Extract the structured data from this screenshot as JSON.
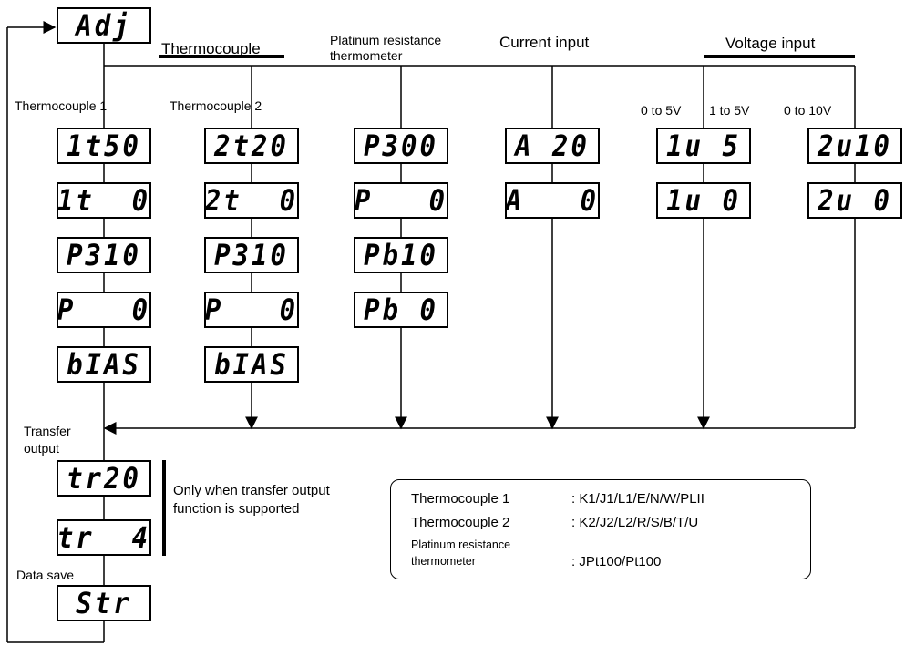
{
  "headers": {
    "thermocouple": "Thermocouple",
    "platinum_line1": "Platinum resistance",
    "platinum_line2": "thermometer",
    "current_input": "Current input",
    "voltage_input": "Voltage input"
  },
  "subheaders": {
    "thermocouple_1": "Thermocouple 1",
    "thermocouple_2": "Thermocouple 2",
    "v_0_5": "0 to 5V",
    "v_1_5": "1 to 5V",
    "v_0_10": "0 to 10V"
  },
  "displays": {
    "adj": "Adj",
    "tc1": [
      "1t50",
      "1t  0",
      "P310",
      "P   0",
      "bIAS"
    ],
    "tc2": [
      "2t20",
      "2t  0",
      "P310",
      "P   0",
      "bIAS"
    ],
    "pt": [
      "P300",
      "P   0",
      "Pb10",
      "Pb 0"
    ],
    "current": [
      "A 20",
      "A   0"
    ],
    "volt_5": [
      "1u 5",
      "1u 0"
    ],
    "volt_10": [
      "2u10",
      "2u 0"
    ],
    "transfer": [
      "tr20",
      "tr  4"
    ],
    "save": "Str"
  },
  "labels": {
    "transfer_line1": "Transfer",
    "transfer_line2": "output",
    "transfer_note_line1": "Only when transfer output",
    "transfer_note_line2": "function is supported",
    "data_save": "Data save"
  },
  "legend": {
    "rows": [
      {
        "name": "Thermocouple 1",
        "value": ": K1/J1/L1/E/N/W/PLII"
      },
      {
        "name": "Thermocouple 2",
        "value": ": K2/J2/L2/R/S/B/T/U"
      },
      {
        "name_line1": "Platinum resistance",
        "name_line2": "thermometer",
        "value": ": JPt100/Pt100"
      }
    ]
  }
}
